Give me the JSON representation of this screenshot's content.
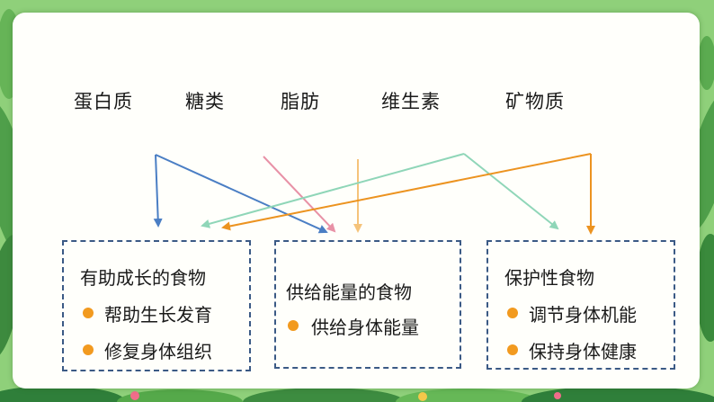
{
  "nutrients": [
    "蛋白质",
    "糖类",
    "脂肪",
    "维生素",
    "矿物质"
  ],
  "boxes": [
    {
      "title": "有助成长的食物",
      "items": [
        "帮助生长发育",
        "修复身体组织"
      ]
    },
    {
      "title": "供给能量的食物",
      "items": [
        "供给身体能量"
      ]
    },
    {
      "title": "保护性食物",
      "items": [
        "调节身体机能",
        "保持身体健康"
      ]
    }
  ],
  "colors": {
    "protein_arrow": "#4a7ec4",
    "sugar_arrow": "#e891a6",
    "fat_arrow": "#f5c37a",
    "vitamin_arrow": "#8fd6b8",
    "mineral_arrow": "#ec9320",
    "box_border": "#3b5a85",
    "bullet": "#f29a1f",
    "card": "#fffffb"
  }
}
